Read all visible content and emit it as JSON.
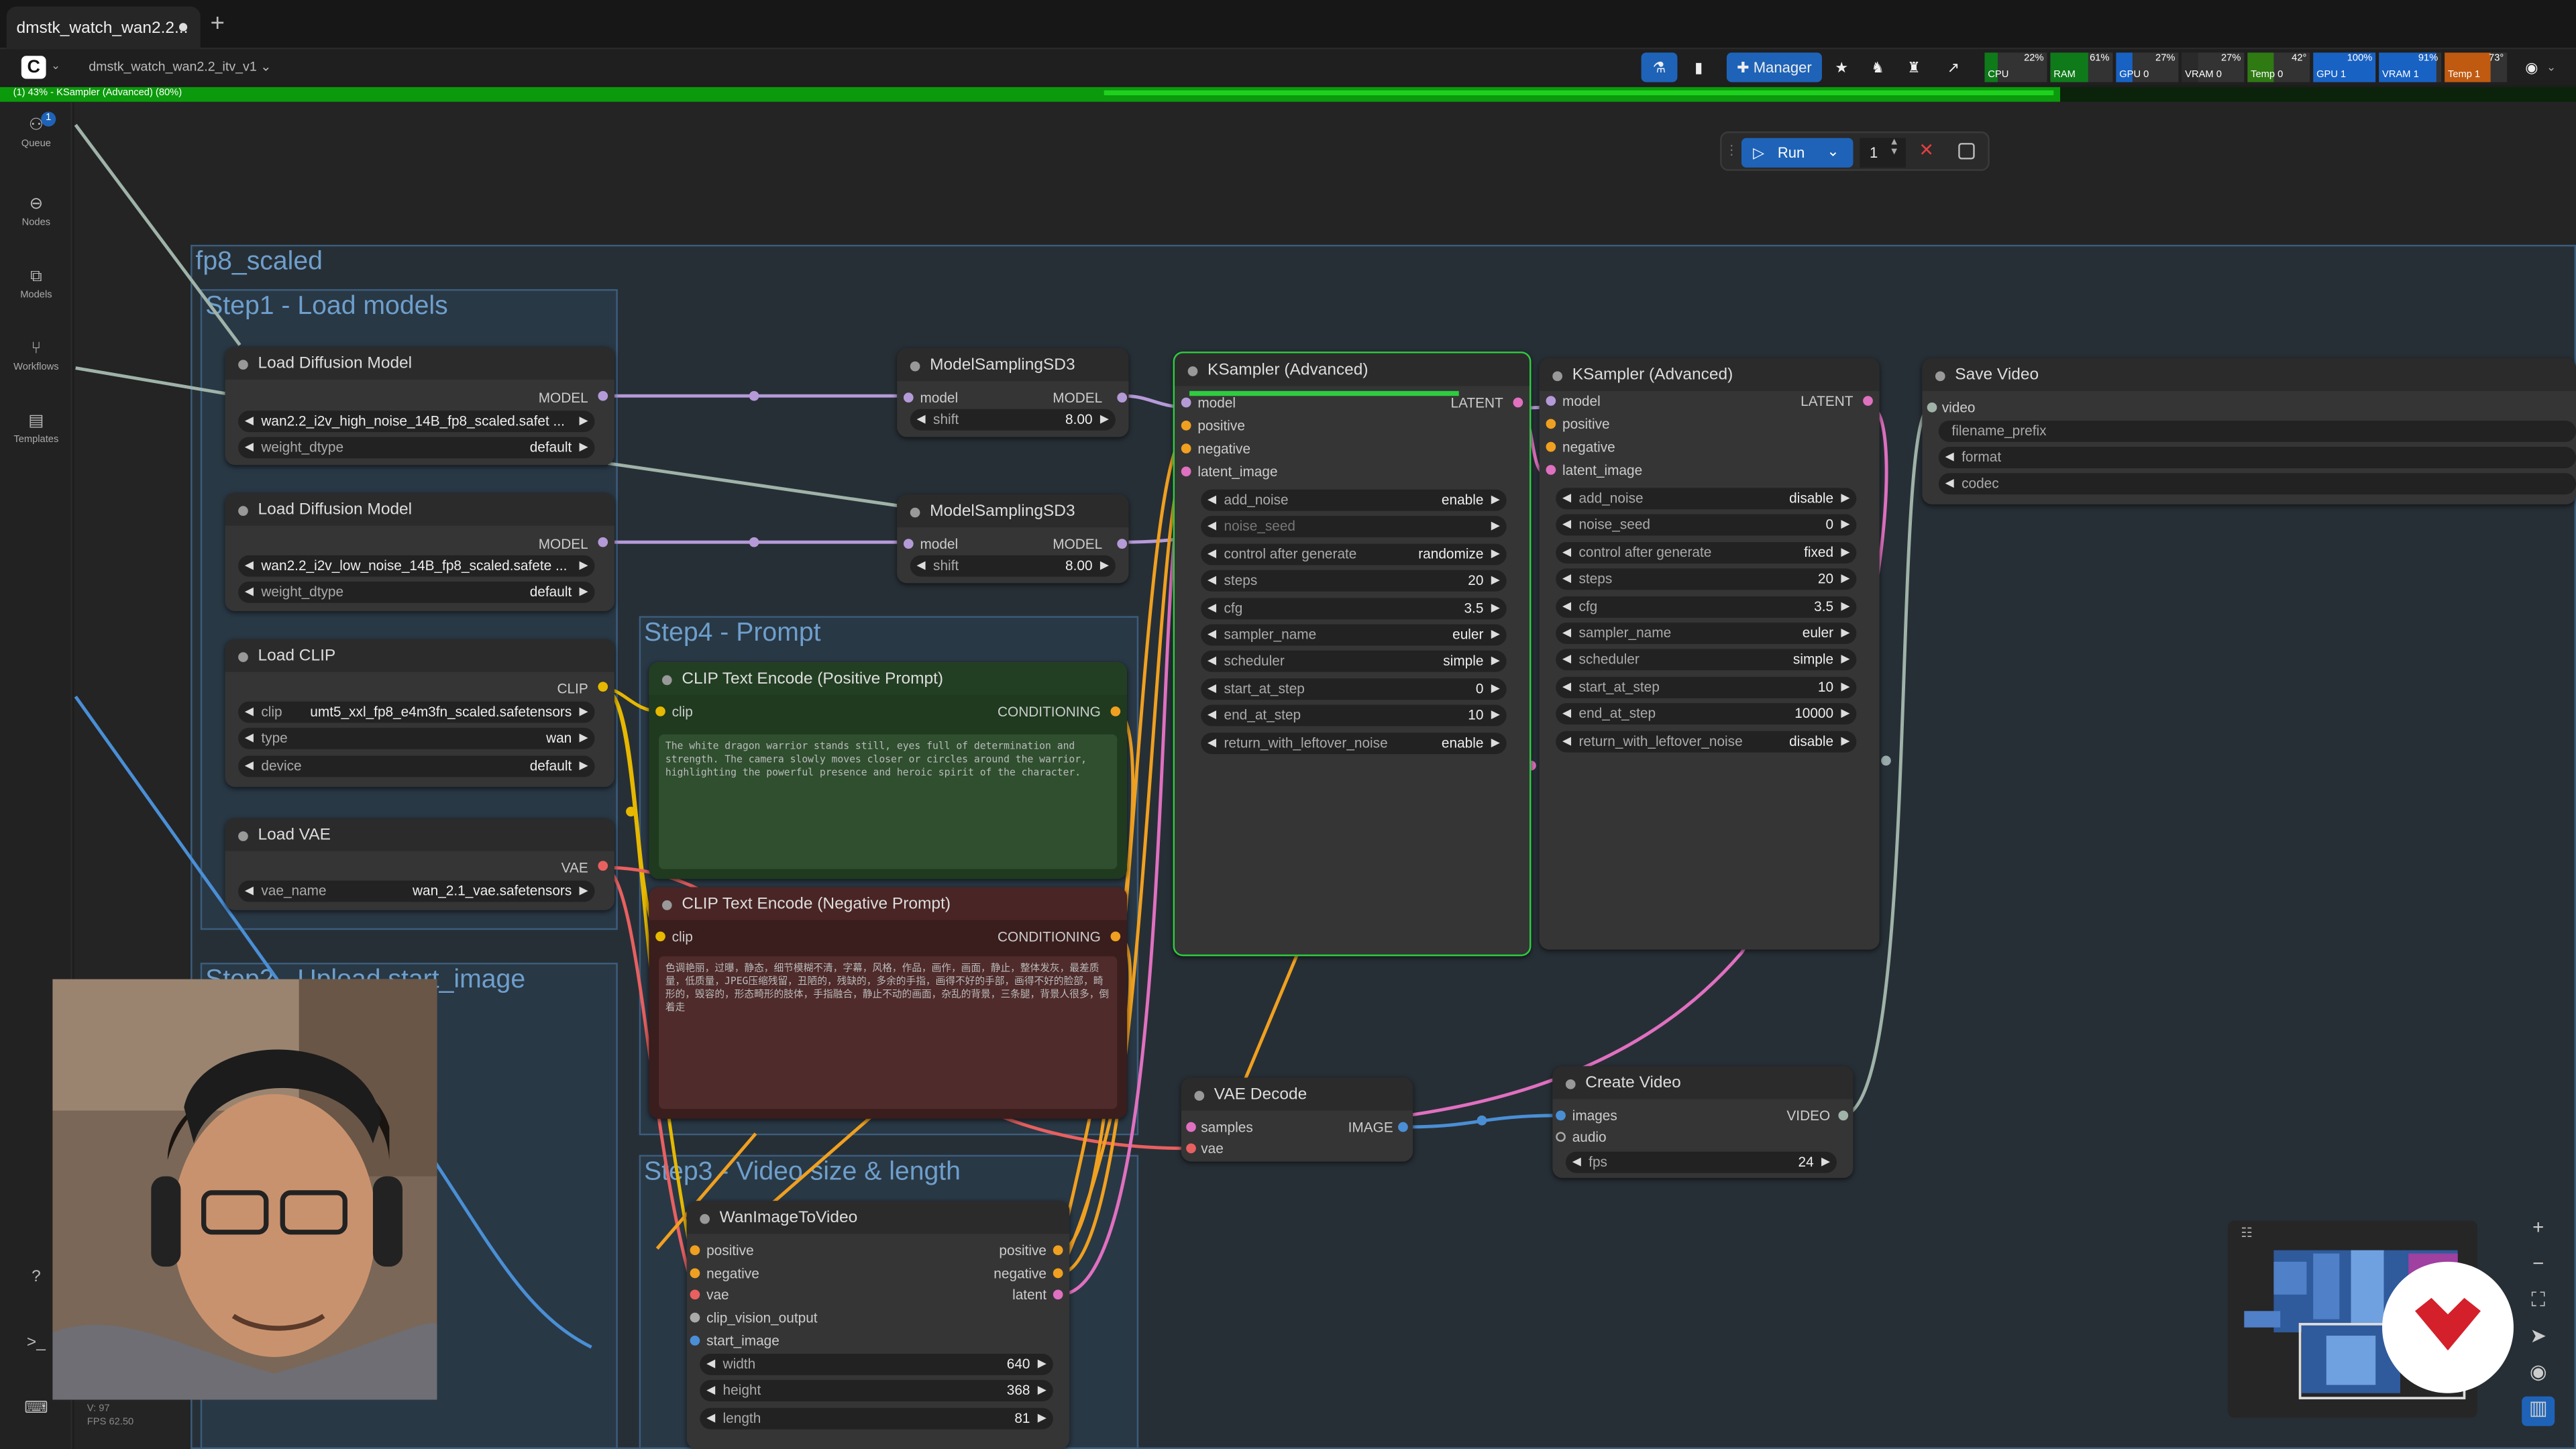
{
  "tab": {
    "title": "dmstk_watch_wan2.2..."
  },
  "header": {
    "workflow_name": "dmstk_watch_wan2.2_itv_v1",
    "manager_label": "Manager"
  },
  "monitors": [
    {
      "label": "CPU",
      "value": "22%",
      "pct": 22,
      "color": "#0f7a1a"
    },
    {
      "label": "RAM",
      "value": "61%",
      "pct": 61,
      "color": "#0f7a1a"
    },
    {
      "label": "GPU 0",
      "value": "27%",
      "pct": 27,
      "color": "#1862c4"
    },
    {
      "label": "VRAM 0",
      "value": "27%",
      "pct": 27,
      "color": "#2a2a2a"
    },
    {
      "label": "Temp 0",
      "value": "42°",
      "pct": 42,
      "color": "#2f7a13"
    },
    {
      "label": "GPU 1",
      "value": "100%",
      "pct": 100,
      "color": "#1862c4"
    },
    {
      "label": "VRAM 1",
      "value": "91%",
      "pct": 91,
      "color": "#1862c4"
    },
    {
      "label": "Temp 1",
      "value": "73°",
      "pct": 73,
      "color": "#c05a10"
    }
  ],
  "progress": {
    "text": "(1) 43% - KSampler (Advanced) (80%)",
    "overall": 0.8
  },
  "sidebar": [
    {
      "label": "Queue",
      "badge": "1"
    },
    {
      "label": "Nodes"
    },
    {
      "label": "Models"
    },
    {
      "label": "Workflows"
    },
    {
      "label": "Templates"
    }
  ],
  "run": {
    "label": "Run",
    "count": "1"
  },
  "groups": {
    "fp8": "fp8_scaled",
    "step1": "Step1 - Load models",
    "step2": "Step2 - Upload start_image",
    "step4": "Step4 - Prompt",
    "step3": "Step3 - Video size & length"
  },
  "nodes": {
    "ldm1": {
      "title": "Load Diffusion Model",
      "out": "MODEL",
      "unet": "wan2.2_i2v_high_noise_14B_fp8_scaled.safet ...",
      "dtype_label": "weight_dtype",
      "dtype": "default"
    },
    "ldm2": {
      "title": "Load Diffusion Model",
      "out": "MODEL",
      "unet": "wan2.2_i2v_low_noise_14B_fp8_scaled.safete ...",
      "dtype_label": "weight_dtype",
      "dtype": "default"
    },
    "clip": {
      "title": "Load CLIP",
      "out": "CLIP",
      "clip_label": "clip",
      "clip_name": "umt5_xxl_fp8_e4m3fn_scaled.safetensors",
      "type_label": "type",
      "type": "wan",
      "device_label": "device",
      "device": "default"
    },
    "vae": {
      "title": "Load VAE",
      "out": "VAE",
      "name_label": "vae_name",
      "name": "wan_2.1_vae.safetensors"
    },
    "ms1": {
      "title": "ModelSamplingSD3",
      "in": "model",
      "out": "MODEL",
      "shift_label": "shift",
      "shift": "8.00"
    },
    "ms2": {
      "title": "ModelSamplingSD3",
      "in": "model",
      "out": "MODEL",
      "shift_label": "shift",
      "shift": "8.00"
    },
    "pos": {
      "title": "CLIP Text Encode (Positive Prompt)",
      "in": "clip",
      "out": "CONDITIONING",
      "text": "The white dragon warrior stands still, eyes full of determination and strength. The camera slowly moves closer or circles around the warrior, highlighting the powerful presence and heroic spirit of the character."
    },
    "neg": {
      "title": "CLIP Text Encode (Negative Prompt)",
      "in": "clip",
      "out": "CONDITIONING",
      "text": "色调艳丽，过曝，静态，细节模糊不清，字幕，风格，作品，画作，画面，静止，整体发灰，最差质量，低质量，JPEG压缩残留，丑陋的，残缺的，多余的手指，画得不好的手部，画得不好的脸部，畸形的，毁容的，形态畸形的肢体，手指融合，静止不动的画面，杂乱的背景，三条腿，背景人很多，倒着走"
    },
    "ks1": {
      "title": "KSampler (Advanced)",
      "inputs": [
        "model",
        "positive",
        "negative",
        "latent_image"
      ],
      "out": "LATENT",
      "widgets": [
        [
          "add_noise",
          "enable"
        ],
        [
          "noise_seed",
          ""
        ],
        [
          "control after generate",
          "randomize"
        ],
        [
          "steps",
          "20"
        ],
        [
          "cfg",
          "3.5"
        ],
        [
          "sampler_name",
          "euler"
        ],
        [
          "scheduler",
          "simple"
        ],
        [
          "start_at_step",
          "0"
        ],
        [
          "end_at_step",
          "10"
        ],
        [
          "return_with_leftover_noise",
          "enable"
        ]
      ]
    },
    "ks2": {
      "title": "KSampler (Advanced)",
      "inputs": [
        "model",
        "positive",
        "negative",
        "latent_image"
      ],
      "out": "LATENT",
      "widgets": [
        [
          "add_noise",
          "disable"
        ],
        [
          "noise_seed",
          "0"
        ],
        [
          "control after generate",
          "fixed"
        ],
        [
          "steps",
          "20"
        ],
        [
          "cfg",
          "3.5"
        ],
        [
          "sampler_name",
          "euler"
        ],
        [
          "scheduler",
          "simple"
        ],
        [
          "start_at_step",
          "10"
        ],
        [
          "end_at_step",
          "10000"
        ],
        [
          "return_with_leftover_noise",
          "disable"
        ]
      ]
    },
    "save": {
      "title": "Save Video",
      "in": "video",
      "widgets": [
        "filename_prefix",
        "format",
        "codec"
      ]
    },
    "vaed": {
      "title": "VAE Decode",
      "in1": "samples",
      "in2": "vae",
      "out": "IMAGE"
    },
    "cv": {
      "title": "Create Video",
      "in1": "images",
      "in2": "audio",
      "out": "VIDEO",
      "fps_label": "fps",
      "fps": "24"
    },
    "wan": {
      "title": "WanImageToVideo",
      "inputs": [
        "positive",
        "negative",
        "vae",
        "clip_vision_output",
        "start_image"
      ],
      "outputs": [
        "positive",
        "negative",
        "latent"
      ],
      "widgets": [
        [
          "width",
          "640"
        ],
        [
          "height",
          "368"
        ],
        [
          "length",
          "81"
        ]
      ]
    }
  },
  "footer": {
    "version": "V: 97",
    "fps": "FPS 62.50"
  }
}
